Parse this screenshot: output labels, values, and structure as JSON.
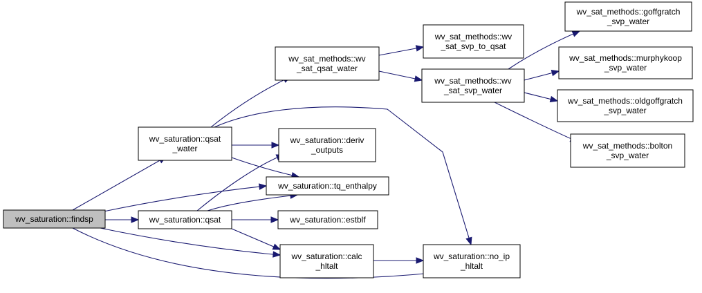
{
  "graph": {
    "colors": {
      "edge": "#191970",
      "root_fill": "#bfbfbf",
      "node_fill": "#ffffff",
      "border": "#000000"
    },
    "nodes": {
      "findsp": {
        "lines": [
          "wv_saturation::findsp"
        ],
        "root": true
      },
      "qsat_water": {
        "lines": [
          "wv_saturation::qsat",
          "_water"
        ]
      },
      "qsat": {
        "lines": [
          "wv_saturation::qsat"
        ]
      },
      "calc_hltalt": {
        "lines": [
          "wv_saturation::calc",
          "_hltalt"
        ]
      },
      "deriv_outputs": {
        "lines": [
          "wv_saturation::deriv",
          "_outputs"
        ]
      },
      "tq_enthalpy": {
        "lines": [
          "wv_saturation::tq_enthalpy"
        ]
      },
      "estblf": {
        "lines": [
          "wv_saturation::estblf"
        ]
      },
      "no_ip_hltalt": {
        "lines": [
          "wv_saturation::no_ip",
          "_hltalt"
        ]
      },
      "wv_sat_qsat_water": {
        "lines": [
          "wv_sat_methods::wv",
          "_sat_qsat_water"
        ]
      },
      "wv_sat_svp_to_qsat": {
        "lines": [
          "wv_sat_methods::wv",
          "_sat_svp_to_qsat"
        ]
      },
      "wv_sat_svp_water": {
        "lines": [
          "wv_sat_methods::wv",
          "_sat_svp_water"
        ]
      },
      "goffgratch": {
        "lines": [
          "wv_sat_methods::goffgratch",
          "_svp_water"
        ]
      },
      "murphykoop": {
        "lines": [
          "wv_sat_methods::murphykoop",
          "_svp_water"
        ]
      },
      "oldgoffgratch": {
        "lines": [
          "wv_sat_methods::oldgoffgratch",
          "_svp_water"
        ]
      },
      "bolton": {
        "lines": [
          "wv_sat_methods::bolton",
          "_svp_water"
        ]
      }
    },
    "edges": [
      [
        "findsp",
        "qsat_water"
      ],
      [
        "findsp",
        "qsat"
      ],
      [
        "findsp",
        "tq_enthalpy"
      ],
      [
        "findsp",
        "calc_hltalt"
      ],
      [
        "findsp",
        "no_ip_hltalt"
      ],
      [
        "qsat_water",
        "wv_sat_qsat_water"
      ],
      [
        "qsat_water",
        "deriv_outputs"
      ],
      [
        "qsat_water",
        "tq_enthalpy"
      ],
      [
        "qsat_water",
        "no_ip_hltalt"
      ],
      [
        "qsat",
        "deriv_outputs"
      ],
      [
        "qsat",
        "tq_enthalpy"
      ],
      [
        "qsat",
        "estblf"
      ],
      [
        "qsat",
        "calc_hltalt"
      ],
      [
        "calc_hltalt",
        "no_ip_hltalt"
      ],
      [
        "wv_sat_qsat_water",
        "wv_sat_svp_to_qsat"
      ],
      [
        "wv_sat_qsat_water",
        "wv_sat_svp_water"
      ],
      [
        "wv_sat_svp_water",
        "goffgratch"
      ],
      [
        "wv_sat_svp_water",
        "murphykoop"
      ],
      [
        "wv_sat_svp_water",
        "oldgoffgratch"
      ],
      [
        "wv_sat_svp_water",
        "bolton"
      ]
    ]
  }
}
